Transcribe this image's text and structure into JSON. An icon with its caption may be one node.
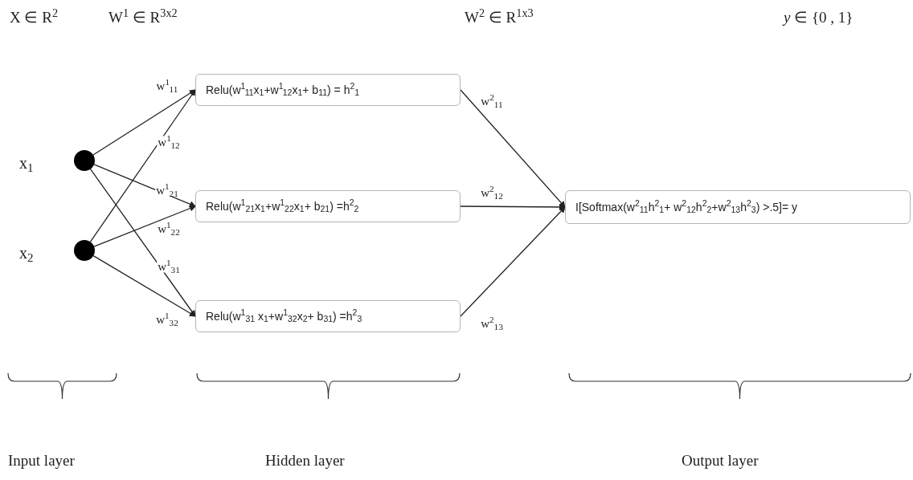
{
  "diagram": {
    "nodes": [
      {
        "text": [],
        "shape": "circle",
        "beside": [
          "x$_{1}$"
        ]
      },
      {
        "text": [],
        "shape": "circle",
        "beside": [
          "x$_{2}$"
        ]
      },
      {
        "text": [
          "Relu(w$^{1}$$_{11}$x$_{1}$+w$^{1}$$_{12}$x$_{1}$+ b$_{11}$) = h$^{2}$$_{1}$"
        ]
      },
      {
        "text": [
          "Relu(w$^{1}$$_{21}$x$_{1}$+w$^{1}$$_{22}$x$_{1}$+ b$_{21}$) =h$^{2}$$_{2}$"
        ]
      },
      {
        "text": [
          "Relu(w$^{1}$$_{31}$ x$_{1}$+w$^{1}$$_{32}$x$_{2}$+ b$_{31}$) =h$^{2}$$_{3}$"
        ]
      },
      {
        "text": [
          "I[Softmax(w$^{2}$$_{11}$h$^{2}$$_{1}$+ w$^{2}$$_{12}$h$^{2}$$_{2}$+w$^{2}$$_{13}$h$^{2}$$_{3}$) >.5]= y"
        ]
      }
    ],
    "edges": [
      {
        "from": 0,
        "to": 2,
        "arrow": "to",
        "label": "w$^{1}$$_{11}$"
      },
      {
        "from": 1,
        "to": 2,
        "arrow": "to",
        "label": "w$^{1}$$_{12}$"
      },
      {
        "from": 0,
        "to": 3,
        "arrow": "to",
        "label": "w$^{1}$$_{21}$"
      },
      {
        "from": 1,
        "to": 3,
        "arrow": "to",
        "label": "w$^{1}$$_{22}$"
      },
      {
        "from": 0,
        "to": 4,
        "arrow": "to",
        "label": "w$^{1}$$_{31}$"
      },
      {
        "from": 1,
        "to": 4,
        "arrow": "to",
        "label": "w$^{1}$$_{32}$"
      },
      {
        "from": 2,
        "to": 5,
        "arrow": "to",
        "label": "w$^{2}$$_{11}$"
      },
      {
        "from": 3,
        "to": 5,
        "arrow": "to",
        "label": "w$^{2}$$_{12}$"
      },
      {
        "from": 4,
        "to": 5,
        "arrow": "to",
        "label": "w$^{2}$$_{13}$"
      }
    ],
    "labels": [
      "X ∈ R$^{2}$",
      "W$^{1}$ ∈ R$^{3x2}$",
      "W$^{2}$ ∈ R$^{1x3}$",
      "*y* ∈ {0 , 1}",
      "Input layer",
      "Hidden layer",
      "Output layer"
    ]
  }
}
